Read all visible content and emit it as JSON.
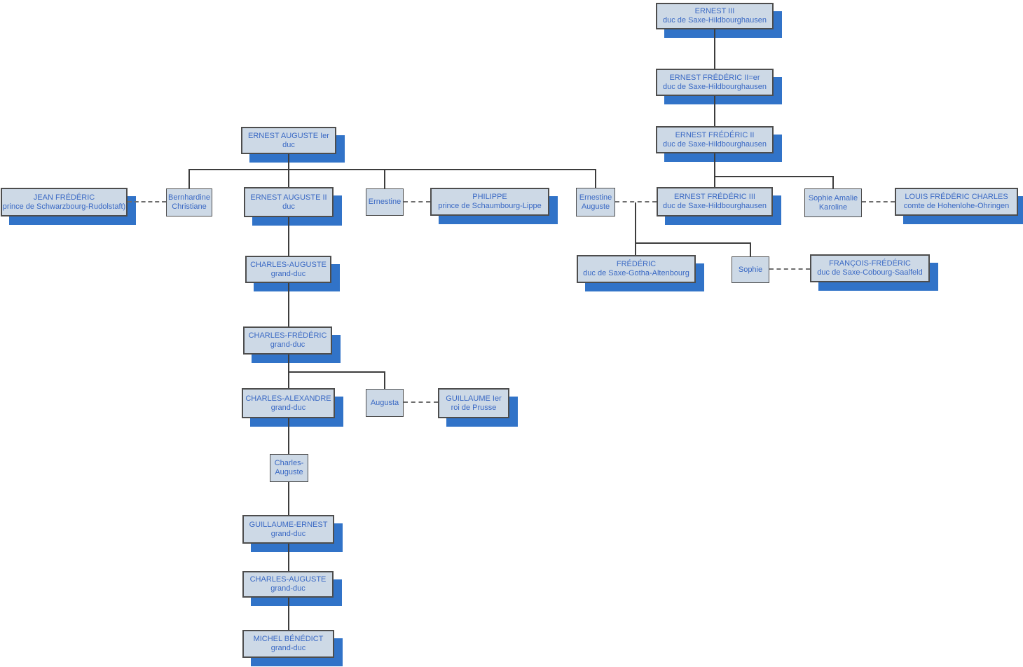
{
  "colors": {
    "box_fill": "#cdd9e6",
    "box_border": "#4d4d4d",
    "box_shadow": "#3173c8",
    "text": "#3a69c4",
    "line": "#3d3d3d",
    "dashed_line": "#6e6e6e"
  },
  "nodes": {
    "ernest_iii": {
      "line1": "ERNEST III",
      "line2": "duc de Saxe-Hildbourghausen"
    },
    "ernest_frederic_1er": {
      "line1": "ERNEST FRÉDÉRIC II=er",
      "line2": "duc de Saxe-Hildbourghausen"
    },
    "ernest_frederic_ii": {
      "line1": "ERNEST FRÉDÉRIC II",
      "line2": "duc de Saxe-Hildbourghausen"
    },
    "ernest_auguste_1er": {
      "line1": "ERNEST AUGUSTE Ier",
      "line2": "duc"
    },
    "jean_frederic": {
      "line1": "JEAN FRÉDÉRIC",
      "line2": "prince de Schwarzbourg-Rudolstaft)"
    },
    "bernhardine": {
      "line1": "Bernhardine",
      "line2": "Christiane"
    },
    "ernest_auguste_ii": {
      "line1": "ERNEST AUGUSTE II",
      "line2": "duc"
    },
    "ernestine": {
      "line1": "Ernestine"
    },
    "philippe": {
      "line1": "PHILIPPE",
      "line2": "prince de Schaumbourg-Lippe"
    },
    "ernestine_auguste": {
      "line1": "Ernestine",
      "line2": "Auguste"
    },
    "ernest_frederic_iii": {
      "line1": "ERNEST FRÉDÉRIC III",
      "line2": "duc de Saxe-Hildbourghausen"
    },
    "sophie_amalie": {
      "line1": "Sophie Amalie",
      "line2": "Karoline"
    },
    "louis_frederic_charles": {
      "line1": "LOUIS FRÉDÉRIC CHARLES",
      "line2": "comte de Hohenlohe-Ohringen"
    },
    "frederic": {
      "line1": "FRÉDÉRIC",
      "line2": "duc de Saxe-Gotha-Altenbourg"
    },
    "sophie": {
      "line1": "Sophie"
    },
    "francois_frederic": {
      "line1": "FRANÇOIS-FRÉDÉRIC",
      "line2": "duc de Saxe-Cobourg-Saalfeld"
    },
    "charles_auguste_1": {
      "line1": "CHARLES-AUGUSTE",
      "line2": "grand-duc"
    },
    "charles_frederic": {
      "line1": "CHARLES-FRÉDÉRIC",
      "line2": "grand-duc"
    },
    "charles_alexandre": {
      "line1": "CHARLES-ALEXANDRE",
      "line2": "grand-duc"
    },
    "augusta": {
      "line1": "Augusta"
    },
    "guillaume_1er": {
      "line1": "GUILLAUME Ier",
      "line2": "roi de Prusse"
    },
    "charles_auguste_jr": {
      "line1": "Charles-",
      "line2": "Auguste"
    },
    "guillaume_ernest": {
      "line1": "GUILLAUME-ERNEST",
      "line2": "grand-duc"
    },
    "charles_auguste_2": {
      "line1": "CHARLES-AUGUSTE",
      "line2": "grand-duc"
    },
    "michel_benedict": {
      "line1": "MICHEL BÉNÉDICT",
      "line2": "grand-duc"
    }
  }
}
